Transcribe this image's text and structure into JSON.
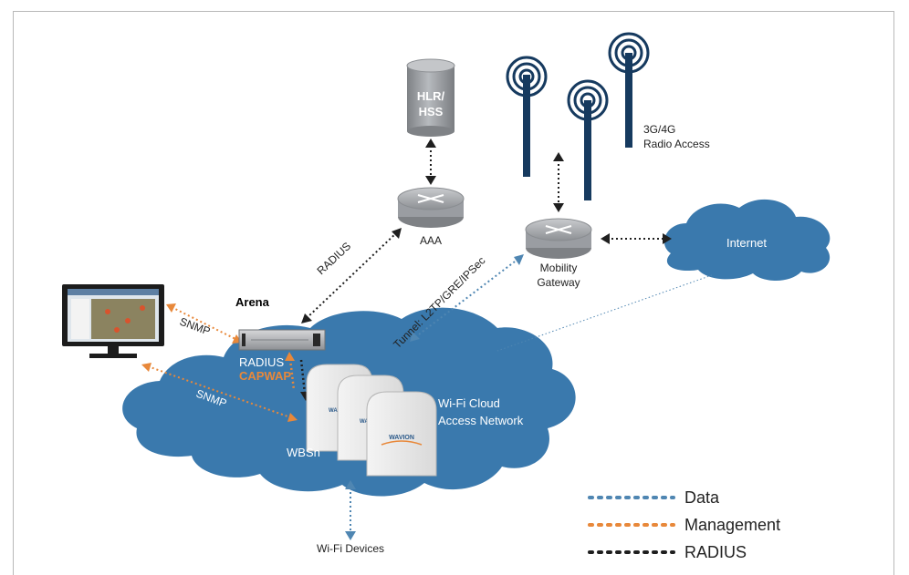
{
  "nodes": {
    "hlr": {
      "line1": "HLR/",
      "line2": "HSS"
    },
    "aaa": {
      "label": "AAA"
    },
    "radio": {
      "line1": "3G/4G",
      "line2": "Radio Access"
    },
    "internet": {
      "label": "Internet"
    },
    "mobility_gateway": {
      "line1": "Mobility",
      "line2": "Gateway"
    },
    "arena": {
      "label": "Arena"
    },
    "radius_server": {
      "label": "RADIUS"
    },
    "capwap": {
      "label": "CAPWAP"
    },
    "wifi_cloud": {
      "line1": "Wi-Fi Cloud",
      "line2": "Access Network"
    },
    "wbsn": {
      "label": "WBSn"
    },
    "wifi_devices": {
      "label": "Wi-Fi Devices"
    },
    "ap_brand": {
      "label": "WAVION"
    }
  },
  "links": {
    "radius": "RADIUS",
    "tunnel": "Tunnel: L2TP/GRE/IPSec",
    "snmp_top": "SNMP",
    "snmp_bottom": "SNMP"
  },
  "legend": [
    {
      "label": "Data",
      "color": "#4f86b2"
    },
    {
      "label": "Management",
      "color": "#e8883a"
    },
    {
      "label": "RADIUS",
      "color": "#1f1f1f"
    }
  ],
  "colors": {
    "cloud": "#3a79ad",
    "data": "#4f86b2",
    "management": "#e8883a",
    "radius": "#1f1f1f",
    "device_gray": "#9a9da2"
  }
}
